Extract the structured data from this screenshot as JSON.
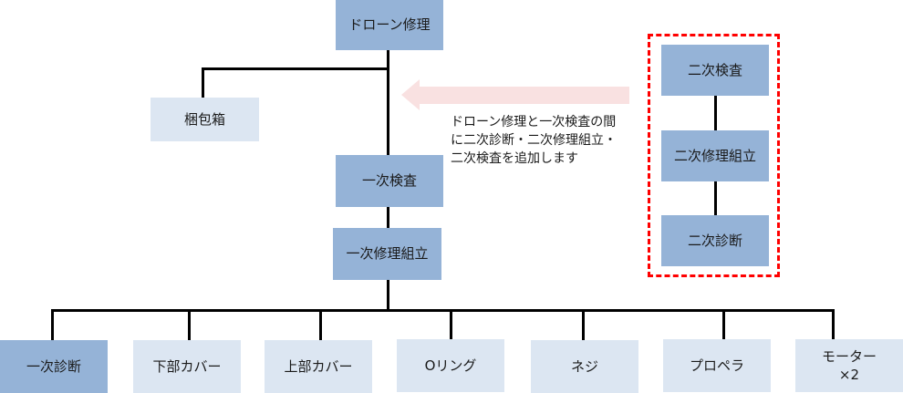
{
  "diagram": {
    "root": {
      "label": "ドローン修理"
    },
    "side_node": {
      "label": "梱包箱"
    },
    "main_chain": [
      {
        "label": "一次検査"
      },
      {
        "label": "一次修理組立"
      }
    ],
    "leaves": [
      {
        "label": "一次診断",
        "style": "dark"
      },
      {
        "label": "下部カバー",
        "style": "light"
      },
      {
        "label": "上部カバー",
        "style": "light"
      },
      {
        "label": "Oリング",
        "style": "light"
      },
      {
        "label": "ネジ",
        "style": "light"
      },
      {
        "label": "プロペラ",
        "style": "light"
      },
      {
        "label": "モーター\n×2",
        "style": "light"
      }
    ],
    "added_group": {
      "nodes": [
        {
          "label": "二次検査"
        },
        {
          "label": "二次修理組立"
        },
        {
          "label": "二次診断"
        }
      ],
      "border_color": "#ff0000"
    },
    "annotation": "ドローン修理と一次検査の間\nに二次診断・二次修理組立・\n二次検査を追加します",
    "colors": {
      "dark_node": "#95b3d7",
      "light_node": "#dce6f2",
      "arrow": "#f9e1e1",
      "connector": "#000000"
    }
  }
}
